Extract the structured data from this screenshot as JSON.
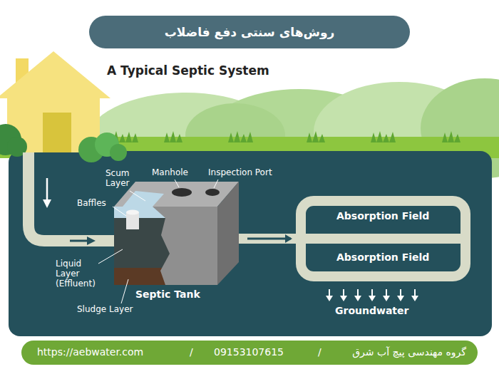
{
  "diagram": {
    "title": "روش‌های سنتی دفع فاضلاب",
    "nodes": [
      {
        "text": [
          "Septic Tank"
        ]
      },
      {
        "text": [
          "Absorption Field",
          "Absorption Field"
        ]
      }
    ],
    "edges": [
      {
        "from": 0,
        "to": 1,
        "arrow": "to"
      }
    ],
    "labels": [
      "A Typical Septic System",
      "Scum Layer",
      "Manhole",
      "Inspection Port",
      "Baffles",
      "Liquid Layer (Effluent)",
      "Sludge Layer",
      "Groundwater",
      "https://aebwater.com",
      "/",
      "09153107615",
      "/",
      "گروه مهندسی پیچ آب شرق"
    ]
  }
}
